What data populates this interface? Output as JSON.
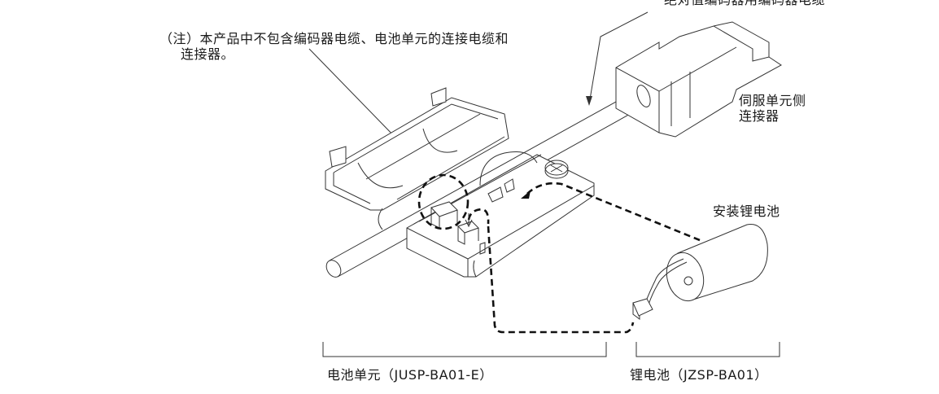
{
  "diagram": {
    "title": "Battery unit installation",
    "labels": {
      "note_line1": "（注）本产品中不包含编码器电缆、电池单元的连接电缆和",
      "note_line2": "连接器。",
      "encoder_cable": "绝对值编码器用编码器电缆",
      "servo_connector_line1": "伺服单元侧",
      "servo_connector_line2": "连接器",
      "install_battery": "安装锂电池",
      "battery_unit": "电池单元（JUSP-BA01-E）",
      "lithium_battery": "锂电池（JZSP-BA01）"
    },
    "components": [
      {
        "id": "encoder-cable",
        "name": "绝对值编码器用编码器电缆"
      },
      {
        "id": "servo-connector",
        "name": "伺服单元侧连接器"
      },
      {
        "id": "battery-unit",
        "name": "电池单元",
        "model": "JUSP-BA01-E"
      },
      {
        "id": "lithium-battery",
        "name": "锂电池",
        "model": "JZSP-BA01"
      }
    ],
    "colors": {
      "line": "#333333",
      "background": "#ffffff"
    }
  }
}
